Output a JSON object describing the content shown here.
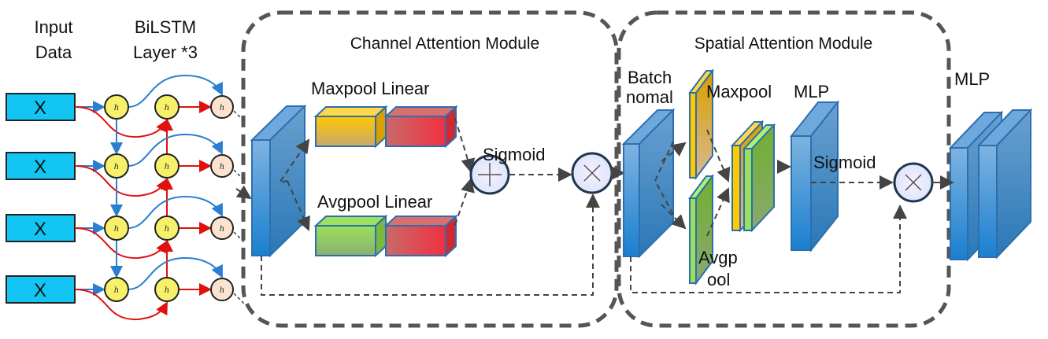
{
  "labels": {
    "input_line1": "Input",
    "input_line2": "Data",
    "bilstm_line1": "BiLSTM",
    "bilstm_line2": "Layer *3",
    "channel_module": "Channel Attention Module",
    "spatial_module": "Spatial Attention Module",
    "maxpool_linear": "Maxpool Linear",
    "avgpool_linear": "Avgpool Linear",
    "sigmoid_channel": "Sigmoid",
    "batch_line1": "Batch",
    "batch_line2": "nomal",
    "maxpool_spatial": "Maxpool",
    "avgpool_spatial_line1": "Avgp",
    "avgpool_spatial_line2": "ool",
    "mlp_spatial": "MLP",
    "sigmoid_spatial": "Sigmoid",
    "mlp_final": "MLP"
  },
  "inputs": [
    "X",
    "X",
    "X",
    "X"
  ],
  "hidden_symbol": "h",
  "colors": {
    "input_box": "#13c5f2",
    "forward_arrow": "#2a7fd0",
    "backward_arrow": "#e01010",
    "lstm_node": "#f6f06a",
    "output_node": "#fbe3cf",
    "block_blue": "#4a95d3",
    "yellow": "#f7c400",
    "green": "#8fd35a",
    "red": "#d84a4a",
    "dashed_border": "#555555"
  }
}
